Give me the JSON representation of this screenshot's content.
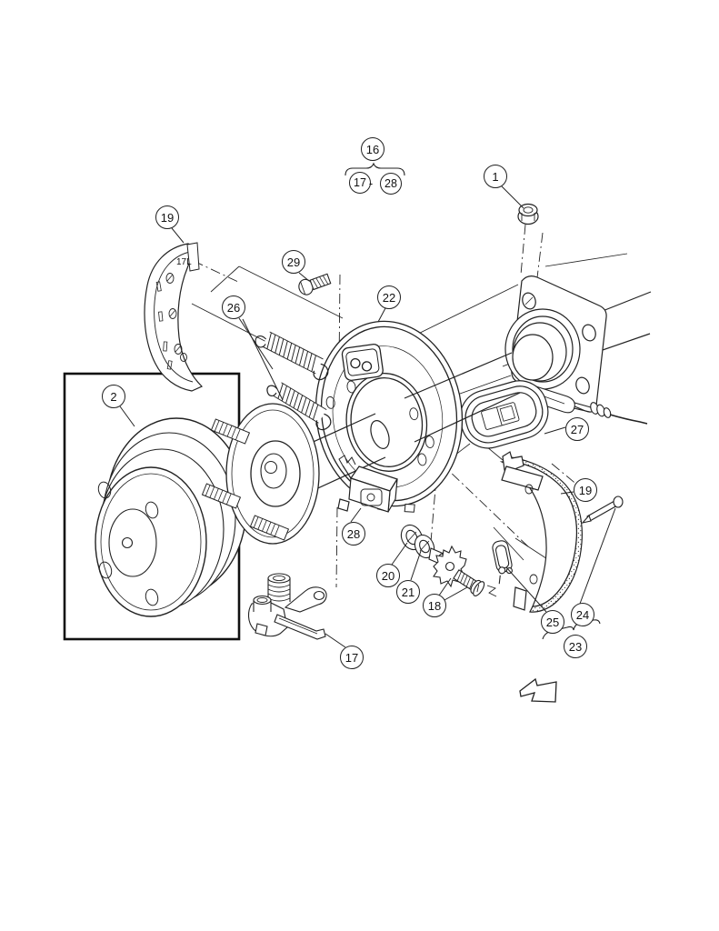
{
  "diagram": {
    "kind": "exploded-parts-diagram",
    "colors": {
      "line": "#1f1f1f",
      "background": "#ffffff"
    },
    "shoe_marking": "17L",
    "group_callout": {
      "parent": "16",
      "start": "17",
      "separator": "-",
      "end": "28"
    },
    "callouts": [
      {
        "label": "1"
      },
      {
        "label": "2"
      },
      {
        "label": "19"
      },
      {
        "label": "29"
      },
      {
        "label": "22"
      },
      {
        "label": "26"
      },
      {
        "label": "27"
      },
      {
        "label": "19"
      },
      {
        "label": "28"
      },
      {
        "label": "20"
      },
      {
        "label": "21"
      },
      {
        "label": "18"
      },
      {
        "label": "25"
      },
      {
        "label": "24"
      },
      {
        "label": "23"
      },
      {
        "label": "17"
      }
    ]
  }
}
